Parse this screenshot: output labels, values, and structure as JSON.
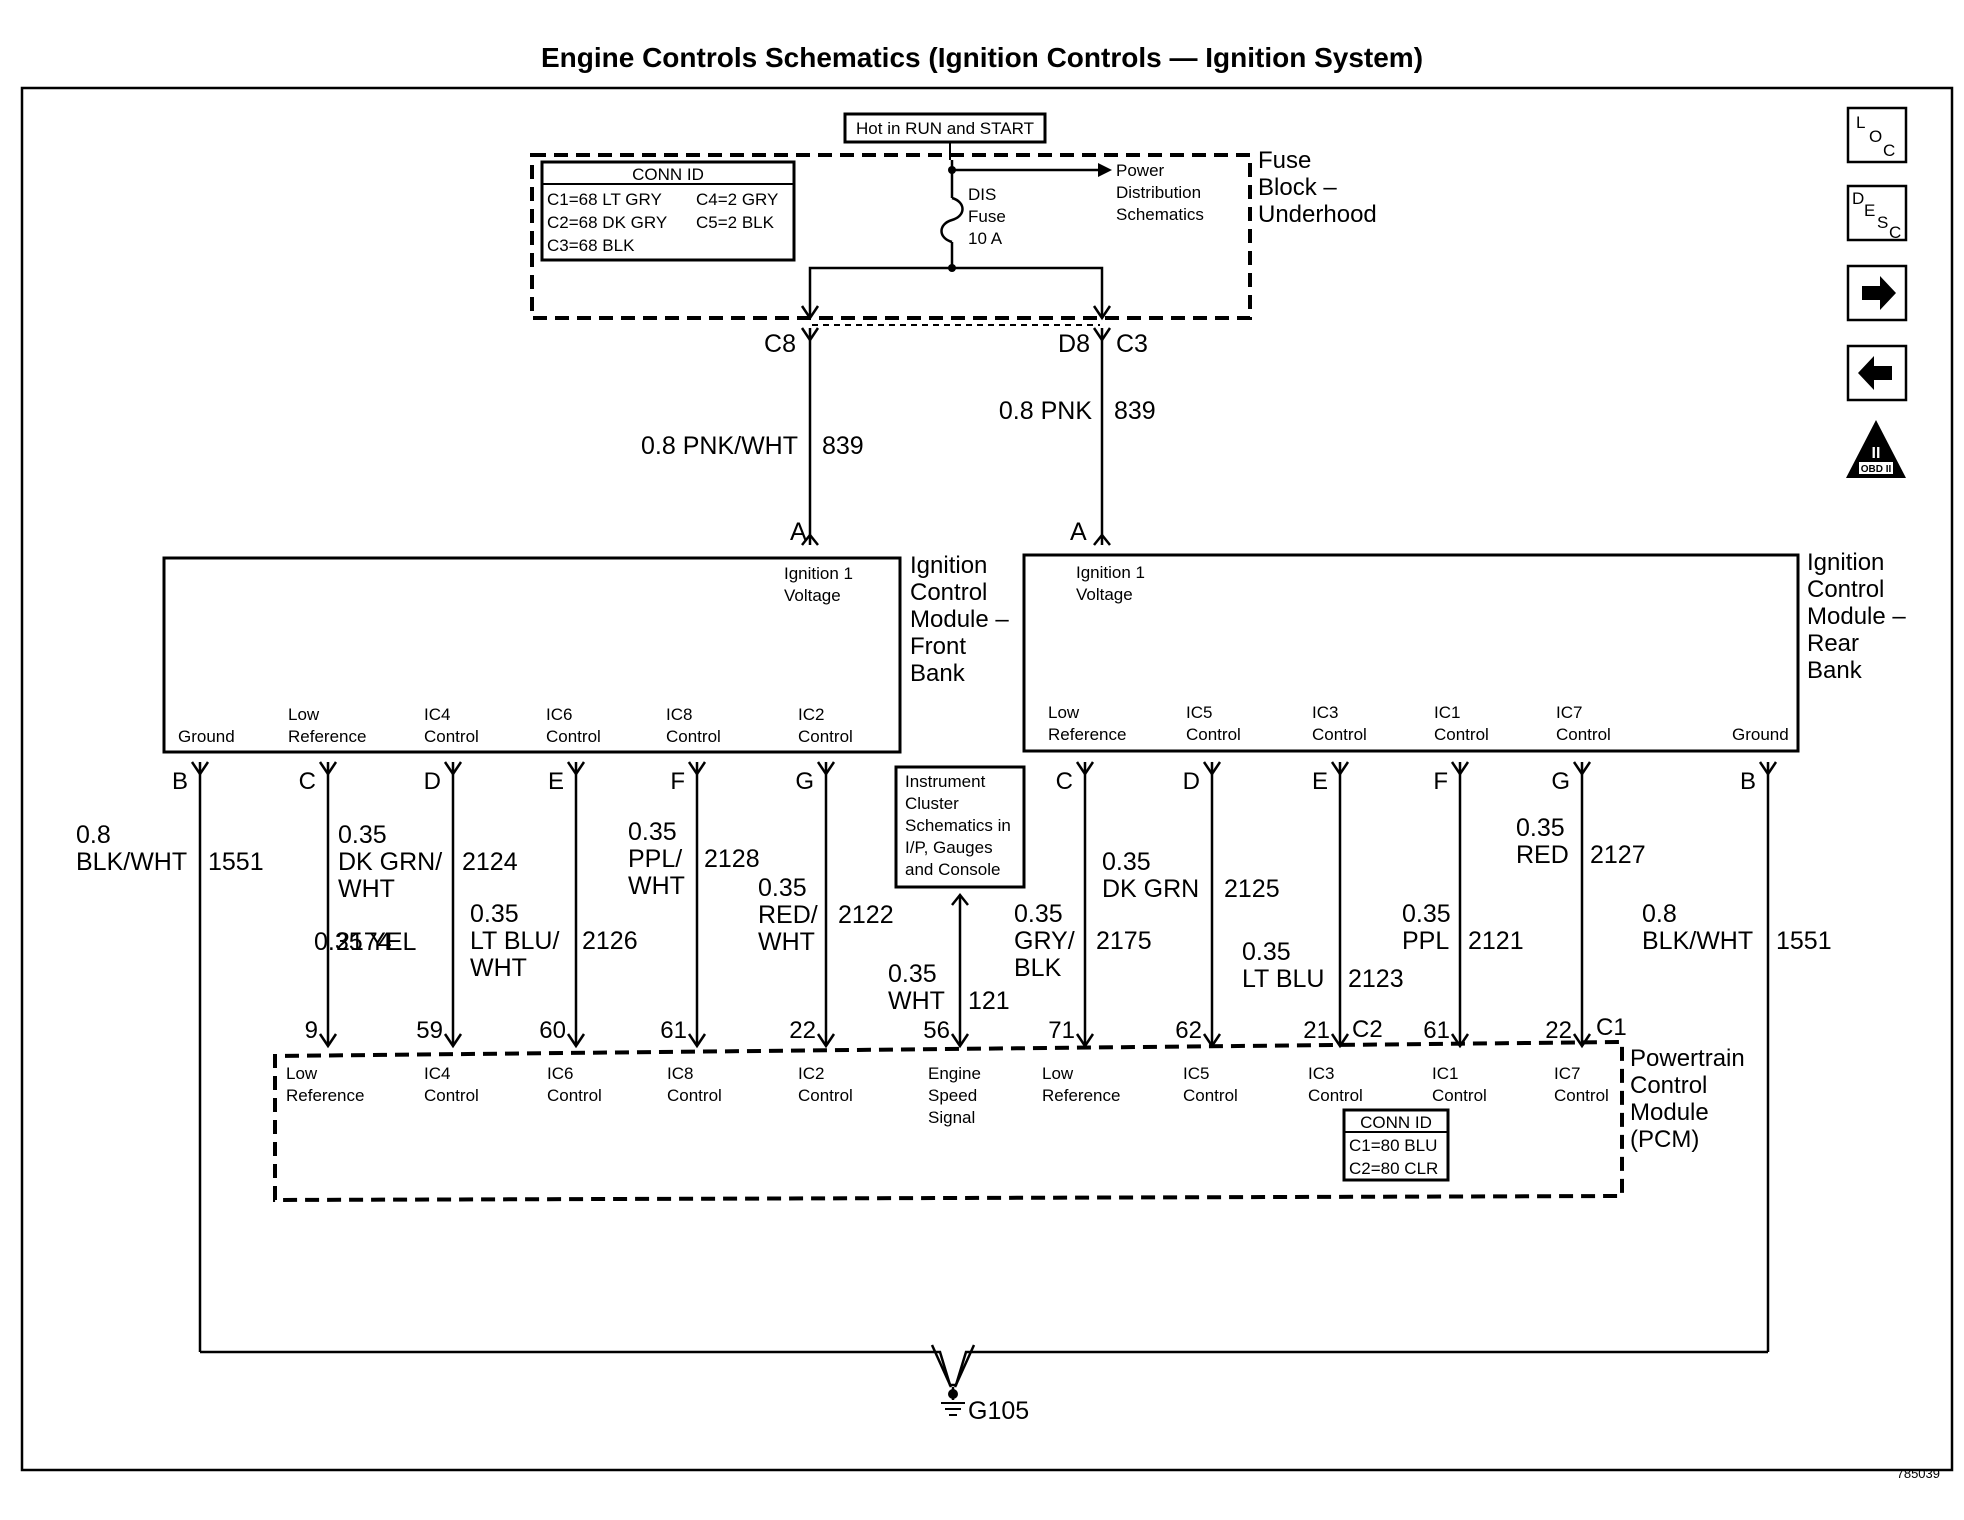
{
  "title": "Engine Controls Schematics (Ignition Controls — Ignition System)",
  "figure_number": "785039",
  "nav_icons": [
    {
      "name": "loc-icon",
      "letters": [
        "L",
        "O",
        "C"
      ]
    },
    {
      "name": "desc-icon",
      "letters": [
        "D",
        "E",
        "S",
        "C"
      ]
    },
    {
      "name": "next-arrow-icon",
      "symbol": "→"
    },
    {
      "name": "prev-arrow-icon",
      "symbol": "←"
    },
    {
      "name": "obd-ii-icon",
      "top": "II",
      "bottom": "OBD II"
    }
  ],
  "fuse_block": {
    "hot_label": "Hot in RUN and START",
    "name": [
      "Fuse",
      "Block –",
      "Underhood"
    ],
    "conn_id": {
      "title": "CONN ID",
      "rows": [
        [
          "C1=68 LT GRY",
          "C4=2 GRY"
        ],
        [
          "C2=68 DK GRY",
          "C5=2 BLK"
        ],
        [
          "C3=68 BLK",
          ""
        ]
      ]
    },
    "fuse": [
      "DIS",
      "Fuse",
      "10 A"
    ],
    "power_ref": [
      "Power",
      "Distribution",
      "Schematics"
    ],
    "pins": {
      "left": "C8",
      "right_a": "D8",
      "right_b": "C3"
    }
  },
  "feed_wires": [
    {
      "size_color": "0.8 PNK/WHT",
      "circuit": "839",
      "to_pin": "A"
    },
    {
      "size_color": "0.8 PNK",
      "circuit": "839",
      "to_pin": "A"
    }
  ],
  "icm_front": {
    "name": [
      "Ignition",
      "Control",
      "Module –",
      "Front",
      "Bank"
    ],
    "ign_label": [
      "Ignition 1",
      "Voltage"
    ],
    "terminals": [
      {
        "label": [
          "",
          "Ground"
        ],
        "pin": "B"
      },
      {
        "label": [
          "Low",
          "Reference"
        ],
        "pin": "C"
      },
      {
        "label": [
          "IC4",
          "Control"
        ],
        "pin": "D"
      },
      {
        "label": [
          "IC6",
          "Control"
        ],
        "pin": "E"
      },
      {
        "label": [
          "IC8",
          "Control"
        ],
        "pin": "F"
      },
      {
        "label": [
          "IC2",
          "Control"
        ],
        "pin": "G"
      }
    ]
  },
  "icm_rear": {
    "name": [
      "Ignition",
      "Control",
      "Module –",
      "Rear",
      "Bank"
    ],
    "ign_label": [
      "Ignition 1",
      "Voltage"
    ],
    "terminals": [
      {
        "label": [
          "Low",
          "Reference"
        ],
        "pin": "C"
      },
      {
        "label": [
          "IC5",
          "Control"
        ],
        "pin": "D"
      },
      {
        "label": [
          "IC3",
          "Control"
        ],
        "pin": "E"
      },
      {
        "label": [
          "IC1",
          "Control"
        ],
        "pin": "F"
      },
      {
        "label": [
          "IC7",
          "Control"
        ],
        "pin": "G"
      },
      {
        "label": [
          "",
          "Ground"
        ],
        "pin": "B"
      }
    ]
  },
  "wires": [
    {
      "size_color": [
        "0.8",
        "BLK/WHT"
      ],
      "circuit": "1551"
    },
    {
      "size_color": [
        "0.35 YEL"
      ],
      "circuit": "2174"
    },
    {
      "size_color": [
        "0.35",
        "DK GRN/",
        "WHT"
      ],
      "circuit": "2124"
    },
    {
      "size_color": [
        "0.35",
        "LT BLU/",
        "WHT"
      ],
      "circuit": "2126"
    },
    {
      "size_color": [
        "0.35",
        "PPL/",
        "WHT"
      ],
      "circuit": "2128"
    },
    {
      "size_color": [
        "0.35",
        "RED/",
        "WHT"
      ],
      "circuit": "2122"
    },
    {
      "size_color": [
        "0.35",
        "WHT"
      ],
      "circuit": "121"
    },
    {
      "size_color": [
        "0.35",
        "GRY/",
        "BLK"
      ],
      "circuit": "2175"
    },
    {
      "size_color": [
        "0.35",
        "DK GRN"
      ],
      "circuit": "2125"
    },
    {
      "size_color": [
        "0.35",
        "LT BLU"
      ],
      "circuit": "2123"
    },
    {
      "size_color": [
        "0.35",
        "PPL"
      ],
      "circuit": "2121"
    },
    {
      "size_color": [
        "0.35",
        "RED"
      ],
      "circuit": "2127"
    },
    {
      "size_color": [
        "0.8",
        "BLK/WHT"
      ],
      "circuit": "1551"
    }
  ],
  "instrument_ref": [
    "Instrument",
    "Cluster",
    "Schematics in",
    "I/P, Gauges",
    "and Console"
  ],
  "pcm": {
    "name": [
      "Powertrain",
      "Control",
      "Module",
      "(PCM)"
    ],
    "conn_id": {
      "title": "CONN ID",
      "rows": [
        "C1=80 BLU",
        "C2=80 CLR"
      ]
    },
    "connectors": [
      "C2",
      "C1"
    ],
    "terminals": [
      {
        "label": [
          "Low",
          "Reference"
        ],
        "pin": "9"
      },
      {
        "label": [
          "IC4",
          "Control"
        ],
        "pin": "59"
      },
      {
        "label": [
          "IC6",
          "Control"
        ],
        "pin": "60"
      },
      {
        "label": [
          "IC8",
          "Control"
        ],
        "pin": "61"
      },
      {
        "label": [
          "IC2",
          "Control"
        ],
        "pin": "22"
      },
      {
        "label": [
          "Engine",
          "Speed",
          "Signal"
        ],
        "pin": "56"
      },
      {
        "label": [
          "Low",
          "Reference"
        ],
        "pin": "71"
      },
      {
        "label": [
          "IC5",
          "Control"
        ],
        "pin": "62"
      },
      {
        "label": [
          "IC3",
          "Control"
        ],
        "pin": "21"
      },
      {
        "label": [
          "IC1",
          "Control"
        ],
        "pin": "61"
      },
      {
        "label": [
          "IC7",
          "Control"
        ],
        "pin": "22"
      }
    ]
  },
  "ground": "G105"
}
